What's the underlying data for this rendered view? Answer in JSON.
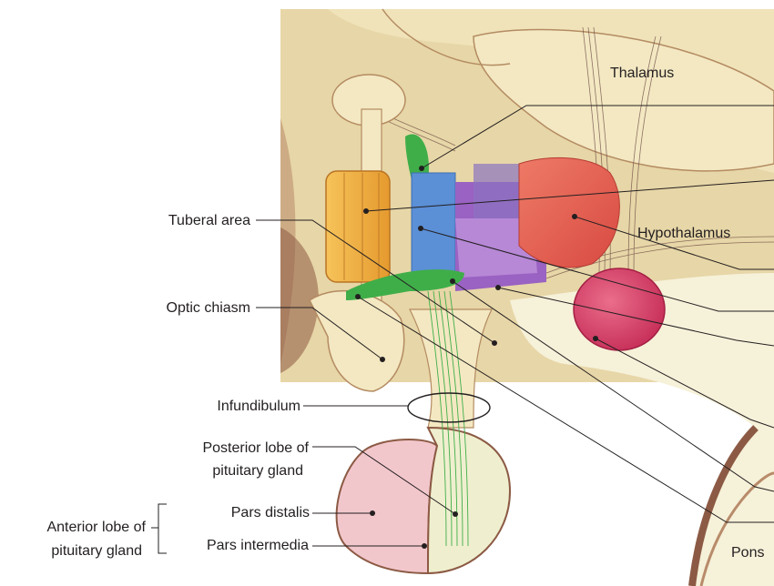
{
  "labels": {
    "thalamus": "Thalamus",
    "hypothalamus": "Hypothalamus",
    "tuberal_area": "Tuberal area",
    "optic_chiasm": "Optic chiasm",
    "infundibulum": "Infundibulum",
    "posterior_lobe_line1": "Posterior lobe of",
    "posterior_lobe_line2": "pituitary gland",
    "pars_distalis": "Pars distalis",
    "pars_intermedia": "Pars intermedia",
    "anterior_lobe_line1": "Anterior lobe of",
    "anterior_lobe_line2": "pituitary gland",
    "pons": "Pons"
  },
  "colors": {
    "brain_tissue": "#efe3b6",
    "brain_shadow": "#c8a276",
    "dark_cavity": "#7a4a3a",
    "nucleus_orange": "#f1a93c",
    "nucleus_green": "#3fae49",
    "nucleus_blue": "#5b8fd6",
    "nucleus_purple": "#9a62c2",
    "nucleus_red": "#e2574e",
    "mammillary_body": "#d63a62",
    "anterior_lobe": "#f2c7cc",
    "posterior_lobe": "#efefcf",
    "leader_line": "#231f20"
  }
}
